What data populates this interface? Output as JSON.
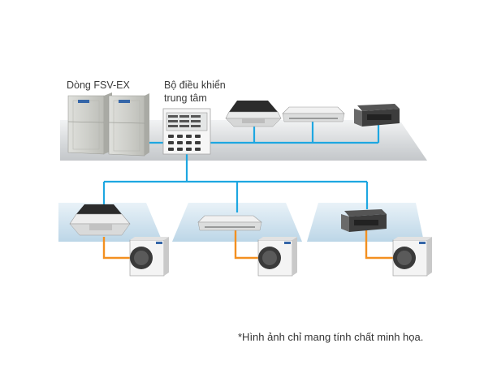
{
  "labels": {
    "outdoor_main": "Dòng FSV-EX",
    "controller_line1": "Bộ điều khiển",
    "controller_line2": "trung tâm"
  },
  "footnote": "*Hình ảnh chỉ mang tính chất minh họa.",
  "colors": {
    "communication_line": "#1ea7e1",
    "refrigerant_line": "#f39020",
    "platform_gray": "#cfd2d4",
    "zone_blue": "#cfe3ef"
  },
  "icons": [
    "vrf-outdoor-unit-icon",
    "central-controller-icon",
    "cassette-unit-icon",
    "ceiling-unit-icon",
    "ducted-unit-icon",
    "split-outdoor-unit-icon"
  ]
}
